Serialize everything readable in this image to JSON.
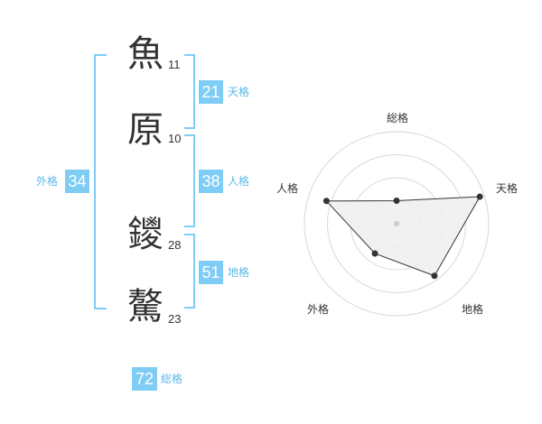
{
  "name_chars": [
    {
      "char": "魚",
      "strokes": "11"
    },
    {
      "char": "原",
      "strokes": "10"
    },
    {
      "char": "鑁",
      "strokes": "28"
    },
    {
      "char": "驁",
      "strokes": "23"
    }
  ],
  "scores": {
    "tenkaku": {
      "value": "21",
      "label": "天格"
    },
    "jinkaku": {
      "value": "38",
      "label": "人格"
    },
    "chikaku": {
      "value": "51",
      "label": "地格"
    },
    "gaikaku": {
      "value": "34",
      "label": "外格"
    },
    "soukaku": {
      "value": "72",
      "label": "総格"
    }
  },
  "radar": {
    "axes": [
      "総格",
      "天格",
      "地格",
      "外格",
      "人格"
    ],
    "levels": 4,
    "values": [
      0.25,
      0.95,
      0.7,
      0.4,
      0.8
    ],
    "colors": {
      "grid": "#d9d9d9",
      "fill": "#efefef",
      "line": "#333333",
      "point": "#333333"
    }
  },
  "colors": {
    "accent": "#7fcdf5",
    "accent_text": "#5bb8ea"
  }
}
